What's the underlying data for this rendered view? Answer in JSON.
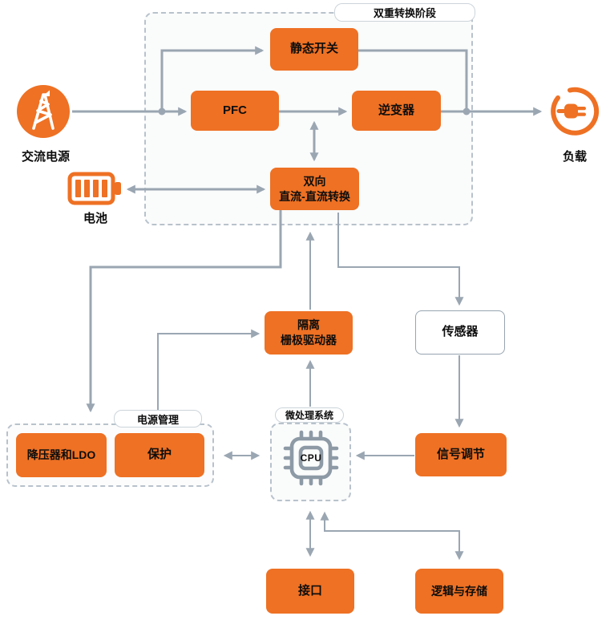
{
  "diagram": {
    "title_pill": "双重转换阶段",
    "stage": {
      "static_switch": "静态开关",
      "pfc": "PFC",
      "inverter": "逆变器",
      "bidir_line1": "双向",
      "bidir_line2": "直流-直流转换"
    },
    "endpoints": {
      "ac_source": "交流电源",
      "battery": "电池",
      "load": "负载"
    },
    "mid": {
      "gate_line1": "隔离",
      "gate_line2": "栅极驱动器",
      "sensor": "传感器",
      "signal_conditioning": "信号调节"
    },
    "power_management": {
      "label": "电源管理",
      "buck_ldo": "降压器和LDO",
      "protection": "保护"
    },
    "mcu": {
      "label": "微处理系统",
      "cpu": "CPU"
    },
    "bottom": {
      "interface": "接口",
      "logic_storage": "逻辑与存储"
    },
    "icons": {
      "ac_source": "power-tower-icon",
      "battery": "battery-icon",
      "load": "plug-icon",
      "cpu": "cpu-chip-icon"
    },
    "colors": {
      "accent_orange": "#ee7124",
      "wire_gray": "#9aa6b2",
      "dash_border": "#b8c2cc",
      "text": "#0d0d0d"
    }
  }
}
